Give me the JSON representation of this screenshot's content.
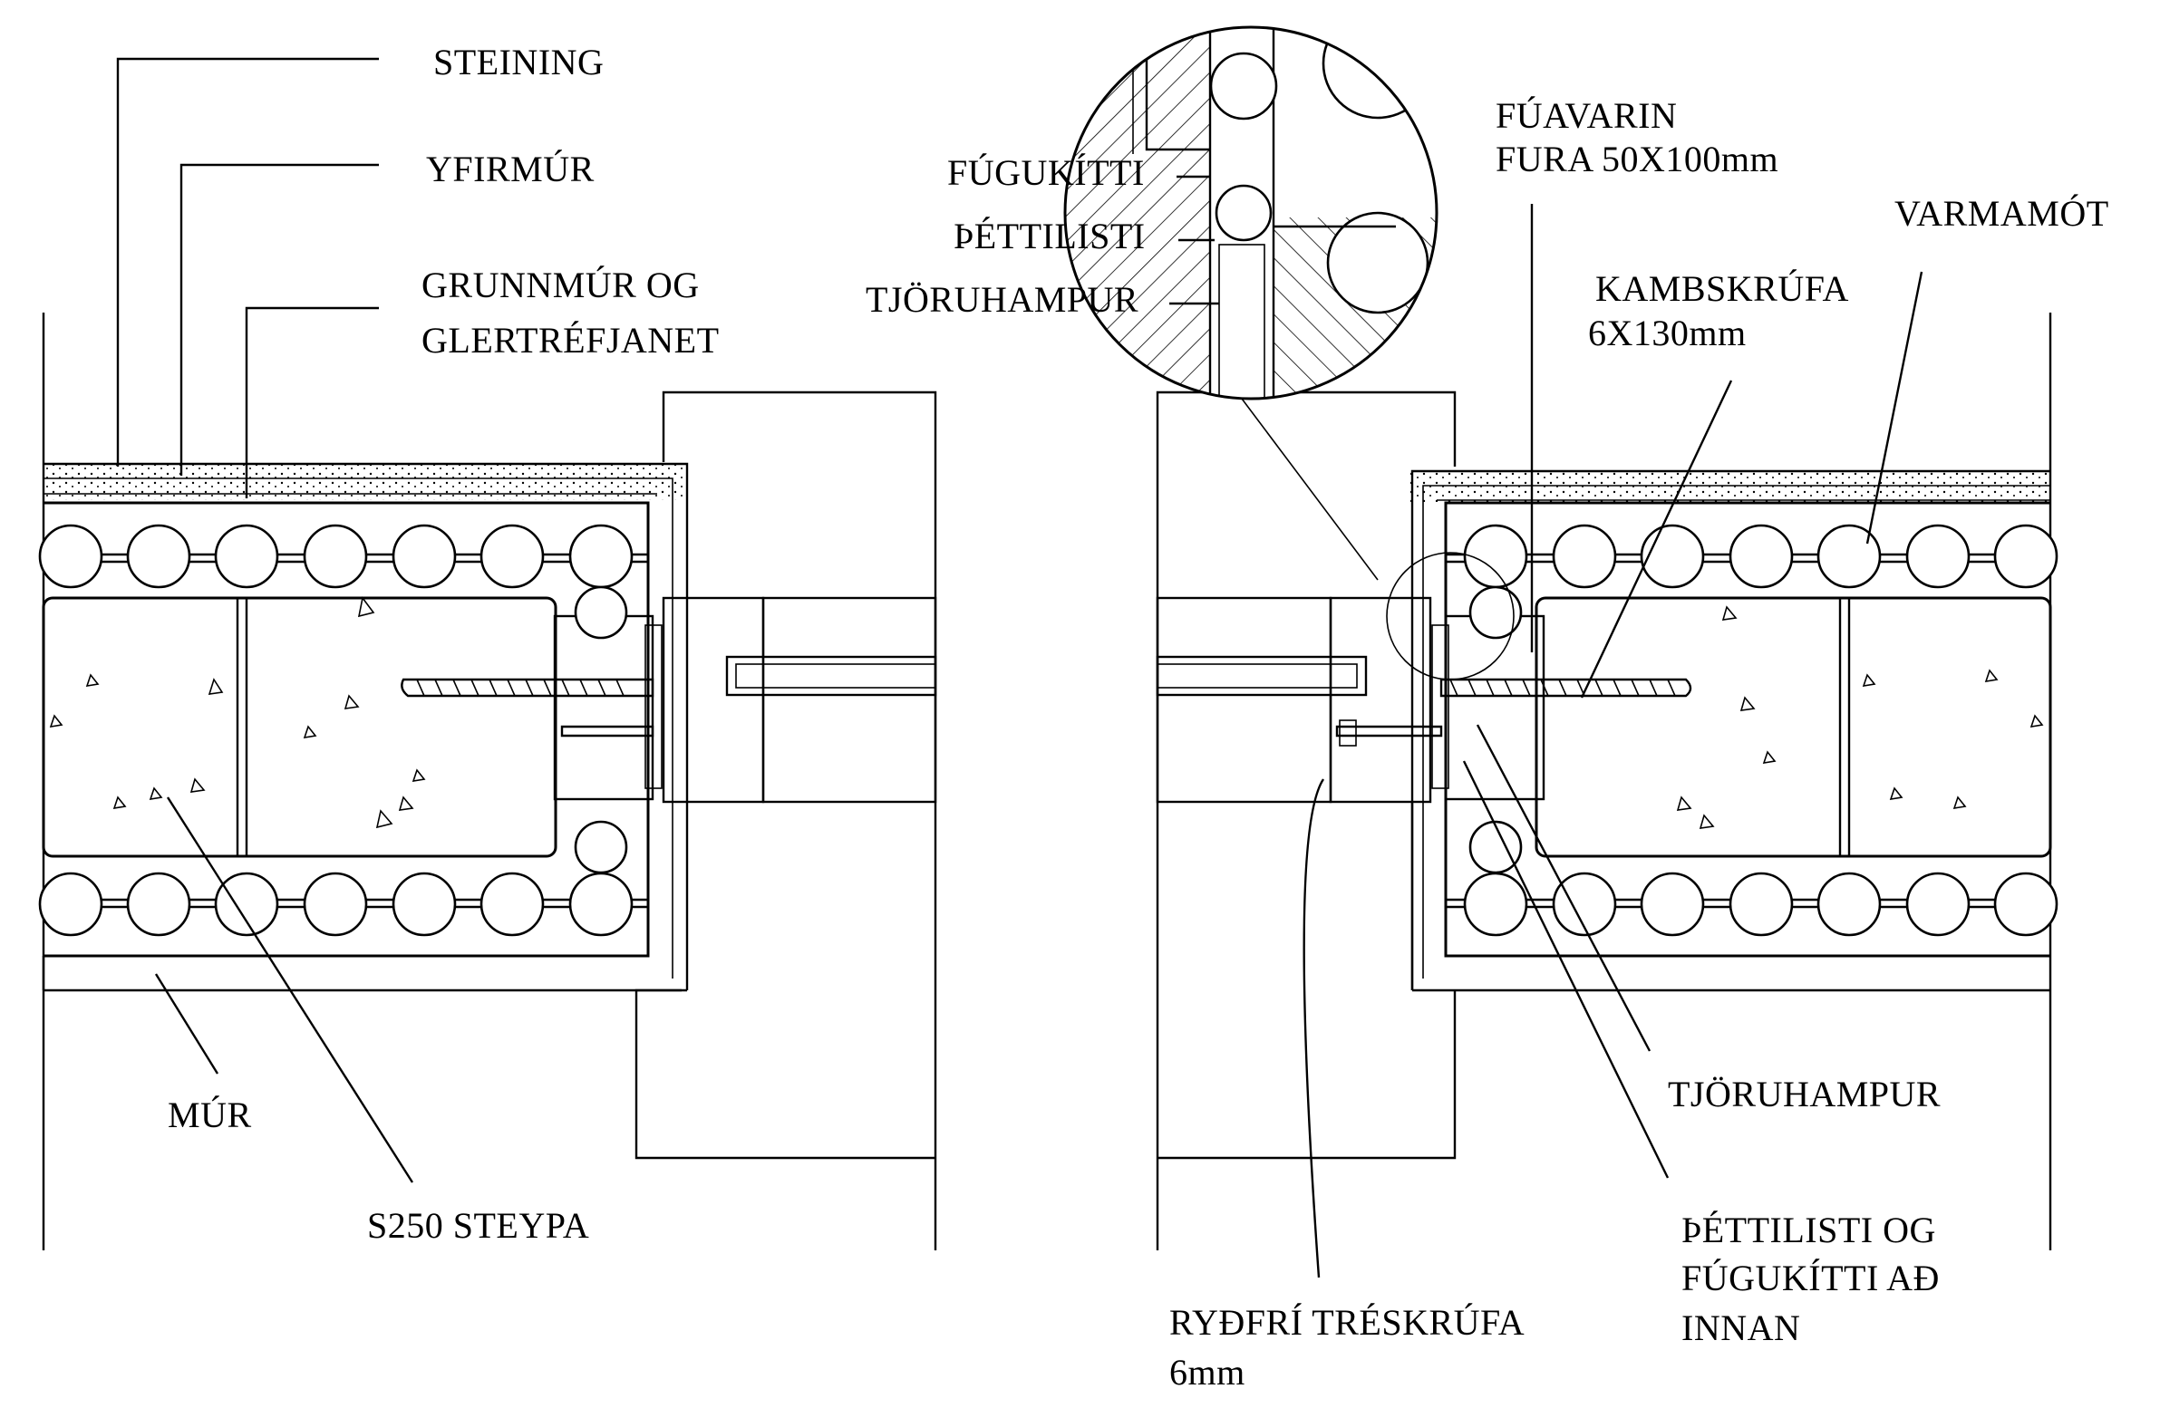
{
  "labels": {
    "steining": "STEINING",
    "yfirmur": "YFIRMÚR",
    "grunnmur_line1": "GRUNNMÚR OG",
    "grunnmur_line2": "GLERTRÉFJANET",
    "fugukitti": "FÚGUKÍTTI",
    "thettilisti": "ÞÉTTILISTI",
    "tjoruhampur_top": "TJÖRUHAMPUR",
    "fuavarin_line1": "FÚAVARIN",
    "fuavarin_line2": "FURA 50X100mm",
    "varmamot": "VARMAMÓT",
    "kambskrufa_line1": "KAMBSKRÚFA",
    "kambskrufa_line2": "6X130mm",
    "tjoruhampur_right": "TJÖRUHAMPUR",
    "thettilisti_og_line1": "ÞÉTTILISTI OG",
    "thettilisti_og_line2": "FÚGUKÍTTI  AÐ",
    "thettilisti_og_line3": "INNAN",
    "mur": "MÚR",
    "steypa": "S250 STEYPA",
    "rydfri_line1": "RYÐFRÍ TRÉSKRÚFA",
    "rydfri_line2": "6mm"
  }
}
